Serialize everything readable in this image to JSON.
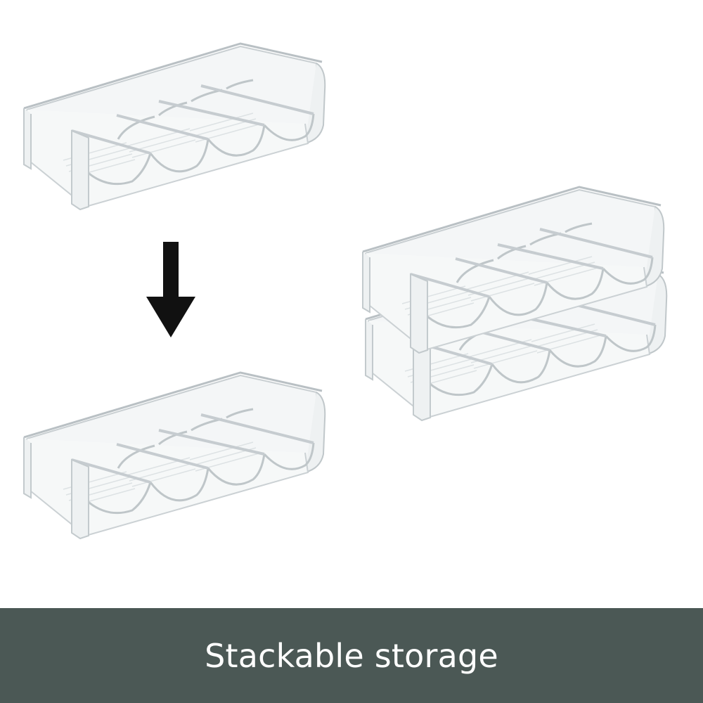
{
  "banner": {
    "caption": "Stackable storage",
    "background_color": "#4b5855",
    "text_color": "#ffffff"
  },
  "arrow": {
    "icon": "arrow-down-icon",
    "color": "#111111"
  },
  "racks": [
    {
      "name": "single-rack-top",
      "icon": "wine-rack-icon"
    },
    {
      "name": "single-rack-bottom",
      "icon": "wine-rack-icon"
    },
    {
      "name": "stacked-rack-upper",
      "icon": "wine-rack-icon"
    },
    {
      "name": "stacked-rack-lower",
      "icon": "wine-rack-icon"
    }
  ]
}
